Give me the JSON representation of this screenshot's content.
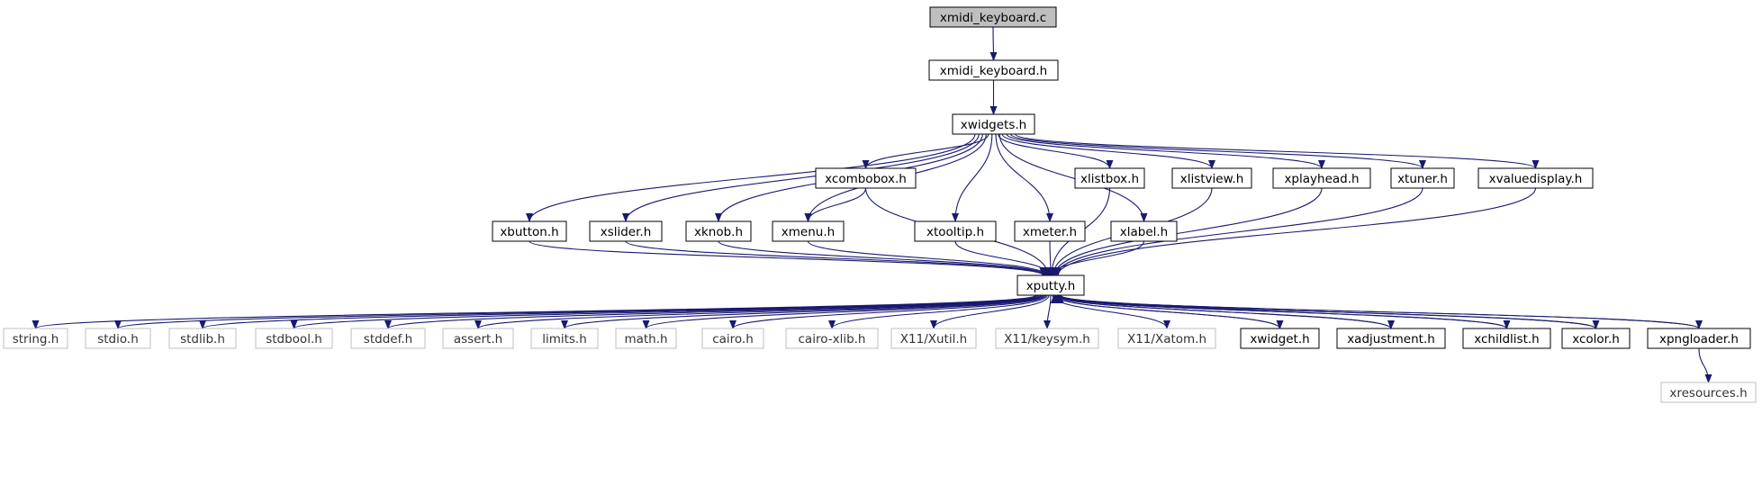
{
  "graph": {
    "colors": {
      "edge": "#191970",
      "node_border": "#000000",
      "node_fill": "#ffffff",
      "root_fill": "#bfbfbf",
      "external_border": "#bfbfbf",
      "external_text": "#333333"
    },
    "nodes": [
      {
        "id": "xmidi_keyboard_c",
        "label": "xmidi_keyboard.c",
        "kind": "root"
      },
      {
        "id": "xmidi_keyboard_h",
        "label": "xmidi_keyboard.h",
        "kind": "local"
      },
      {
        "id": "xwidgets_h",
        "label": "xwidgets.h",
        "kind": "local"
      },
      {
        "id": "xcombobox_h",
        "label": "xcombobox.h",
        "kind": "local"
      },
      {
        "id": "xlistbox_h",
        "label": "xlistbox.h",
        "kind": "local"
      },
      {
        "id": "xlistview_h",
        "label": "xlistview.h",
        "kind": "local"
      },
      {
        "id": "xplayhead_h",
        "label": "xplayhead.h",
        "kind": "local"
      },
      {
        "id": "xtuner_h",
        "label": "xtuner.h",
        "kind": "local"
      },
      {
        "id": "xvaluedisplay_h",
        "label": "xvaluedisplay.h",
        "kind": "local"
      },
      {
        "id": "xbutton_h",
        "label": "xbutton.h",
        "kind": "local"
      },
      {
        "id": "xslider_h",
        "label": "xslider.h",
        "kind": "local"
      },
      {
        "id": "xknob_h",
        "label": "xknob.h",
        "kind": "local"
      },
      {
        "id": "xmenu_h",
        "label": "xmenu.h",
        "kind": "local"
      },
      {
        "id": "xtooltip_h",
        "label": "xtooltip.h",
        "kind": "local"
      },
      {
        "id": "xmeter_h",
        "label": "xmeter.h",
        "kind": "local"
      },
      {
        "id": "xlabel_h",
        "label": "xlabel.h",
        "kind": "local"
      },
      {
        "id": "xputty_h",
        "label": "xputty.h",
        "kind": "local"
      },
      {
        "id": "string_h",
        "label": "string.h",
        "kind": "external"
      },
      {
        "id": "stdio_h",
        "label": "stdio.h",
        "kind": "external"
      },
      {
        "id": "stdlib_h",
        "label": "stdlib.h",
        "kind": "external"
      },
      {
        "id": "stdbool_h",
        "label": "stdbool.h",
        "kind": "external"
      },
      {
        "id": "stddef_h",
        "label": "stddef.h",
        "kind": "external"
      },
      {
        "id": "assert_h",
        "label": "assert.h",
        "kind": "external"
      },
      {
        "id": "limits_h",
        "label": "limits.h",
        "kind": "external"
      },
      {
        "id": "math_h",
        "label": "math.h",
        "kind": "external"
      },
      {
        "id": "cairo_h",
        "label": "cairo.h",
        "kind": "external"
      },
      {
        "id": "cairo_xlib_h",
        "label": "cairo-xlib.h",
        "kind": "external"
      },
      {
        "id": "x11_xutil_h",
        "label": "X11/Xutil.h",
        "kind": "external"
      },
      {
        "id": "x11_keysym_h",
        "label": "X11/keysym.h",
        "kind": "external"
      },
      {
        "id": "x11_xatom_h",
        "label": "X11/Xatom.h",
        "kind": "external"
      },
      {
        "id": "xwidget_h",
        "label": "xwidget.h",
        "kind": "local"
      },
      {
        "id": "xadjustment_h",
        "label": "xadjustment.h",
        "kind": "local"
      },
      {
        "id": "xchildlist_h",
        "label": "xchildlist.h",
        "kind": "local"
      },
      {
        "id": "xcolor_h",
        "label": "xcolor.h",
        "kind": "local"
      },
      {
        "id": "xpngloader_h",
        "label": "xpngloader.h",
        "kind": "local"
      },
      {
        "id": "xresources_h",
        "label": "xresources.h",
        "kind": "external"
      }
    ],
    "edges": [
      [
        "xmidi_keyboard_c",
        "xmidi_keyboard_h"
      ],
      [
        "xmidi_keyboard_h",
        "xwidgets_h"
      ],
      [
        "xwidgets_h",
        "xbutton_h"
      ],
      [
        "xwidgets_h",
        "xslider_h"
      ],
      [
        "xwidgets_h",
        "xknob_h"
      ],
      [
        "xwidgets_h",
        "xmenu_h"
      ],
      [
        "xwidgets_h",
        "xcombobox_h"
      ],
      [
        "xwidgets_h",
        "xtooltip_h"
      ],
      [
        "xwidgets_h",
        "xmeter_h"
      ],
      [
        "xwidgets_h",
        "xlabel_h"
      ],
      [
        "xwidgets_h",
        "xlistbox_h"
      ],
      [
        "xwidgets_h",
        "xlistview_h"
      ],
      [
        "xwidgets_h",
        "xplayhead_h"
      ],
      [
        "xwidgets_h",
        "xtuner_h"
      ],
      [
        "xwidgets_h",
        "xvaluedisplay_h"
      ],
      [
        "xcombobox_h",
        "xmenu_h"
      ],
      [
        "xcombobox_h",
        "xputty_h"
      ],
      [
        "xbutton_h",
        "xputty_h"
      ],
      [
        "xslider_h",
        "xputty_h"
      ],
      [
        "xknob_h",
        "xputty_h"
      ],
      [
        "xmenu_h",
        "xputty_h"
      ],
      [
        "xtooltip_h",
        "xputty_h"
      ],
      [
        "xmeter_h",
        "xputty_h"
      ],
      [
        "xlabel_h",
        "xputty_h"
      ],
      [
        "xlistbox_h",
        "xputty_h"
      ],
      [
        "xlistview_h",
        "xputty_h"
      ],
      [
        "xplayhead_h",
        "xputty_h"
      ],
      [
        "xtuner_h",
        "xputty_h"
      ],
      [
        "xvaluedisplay_h",
        "xputty_h"
      ],
      [
        "xputty_h",
        "string_h"
      ],
      [
        "xputty_h",
        "stdio_h"
      ],
      [
        "xputty_h",
        "stdlib_h"
      ],
      [
        "xputty_h",
        "stdbool_h"
      ],
      [
        "xputty_h",
        "stddef_h"
      ],
      [
        "xputty_h",
        "assert_h"
      ],
      [
        "xputty_h",
        "limits_h"
      ],
      [
        "xputty_h",
        "math_h"
      ],
      [
        "xputty_h",
        "cairo_h"
      ],
      [
        "xputty_h",
        "cairo_xlib_h"
      ],
      [
        "xputty_h",
        "x11_xutil_h"
      ],
      [
        "xputty_h",
        "x11_keysym_h"
      ],
      [
        "xputty_h",
        "x11_xatom_h"
      ],
      [
        "xputty_h",
        "xwidget_h"
      ],
      [
        "xputty_h",
        "xadjustment_h"
      ],
      [
        "xputty_h",
        "xchildlist_h"
      ],
      [
        "xputty_h",
        "xcolor_h"
      ],
      [
        "xputty_h",
        "xpngloader_h"
      ],
      [
        "xwidget_h",
        "xputty_h"
      ],
      [
        "xadjustment_h",
        "xputty_h"
      ],
      [
        "xchildlist_h",
        "xputty_h"
      ],
      [
        "xcolor_h",
        "xputty_h"
      ],
      [
        "xpngloader_h",
        "xputty_h"
      ],
      [
        "xpngloader_h",
        "xresources_h"
      ]
    ]
  }
}
